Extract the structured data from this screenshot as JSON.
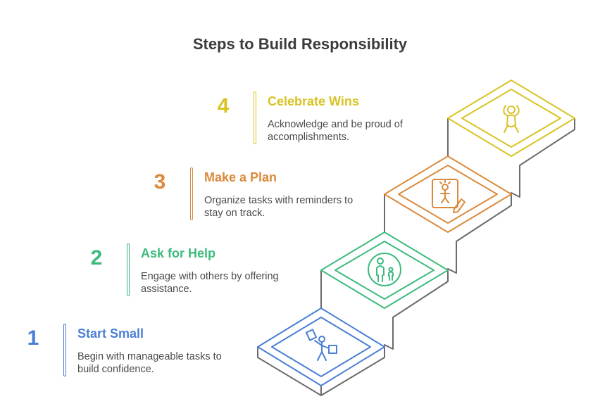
{
  "title": "Steps to Build Responsibility",
  "colors": {
    "step1": "#4a7fd4",
    "step2": "#3dbb7c",
    "step3": "#db8a3c",
    "step4": "#d9c325",
    "stair_edge": "#6b6b6b"
  },
  "steps": [
    {
      "number": "1",
      "heading": "Start Small",
      "description": "Begin with manageable tasks to build confidence.",
      "icon": "person-with-boxes-icon"
    },
    {
      "number": "2",
      "heading": "Ask for Help",
      "description": "Engage with others by offering assistance.",
      "icon": "adult-and-child-icon"
    },
    {
      "number": "3",
      "heading": "Make a Plan",
      "description": "Organize tasks with reminders to stay on track.",
      "icon": "planning-board-icon"
    },
    {
      "number": "4",
      "heading": "Celebrate Wins",
      "description": "Acknowledge and be proud of accomplishments.",
      "icon": "celebrating-child-icon"
    }
  ]
}
